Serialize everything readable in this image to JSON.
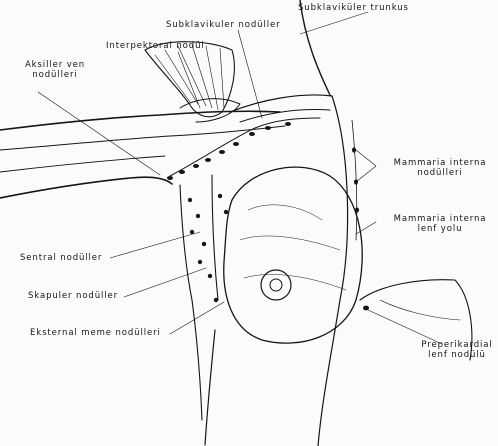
{
  "labels": {
    "subklavikuler_trunkus": "Subklaviküler trunkus",
    "subklavikuler_noduller": "Subklavikuler nodüller",
    "interpektoral_nodul": "Interpektoral nodül",
    "aksiller_ven_noduller": [
      "Aksiller ven",
      "nodülleri"
    ],
    "mammaria_interna_noduller": [
      "Mammaria interna",
      "nodülleri"
    ],
    "mammaria_interna_lenf_yolu": [
      "Mammaria interna",
      "lenf yolu"
    ],
    "sentral_noduller": "Sentral nodüller",
    "skapuler_noduller": "Skapuler nodüller",
    "eksternal_meme_noduller": "Eksternal meme nodülleri",
    "preperikardial_lenf_nodulu": [
      "Preperikardial",
      "lenf nodülü"
    ]
  },
  "colors": {
    "ink": "#151515",
    "paper": "#fbfbfb"
  }
}
